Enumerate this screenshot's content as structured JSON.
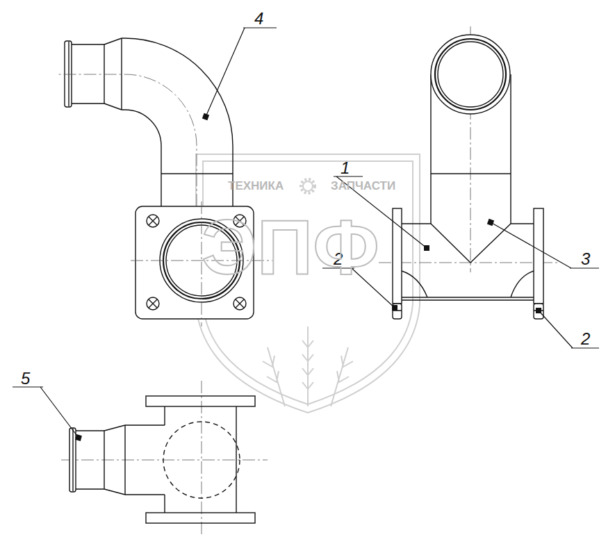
{
  "diagram": {
    "labels": [
      "4",
      "1",
      "2",
      "3",
      "2",
      "5",
      "ТЕХНИКА",
      "ЗАПЧАСТИ",
      "ЭПФ"
    ]
  }
}
